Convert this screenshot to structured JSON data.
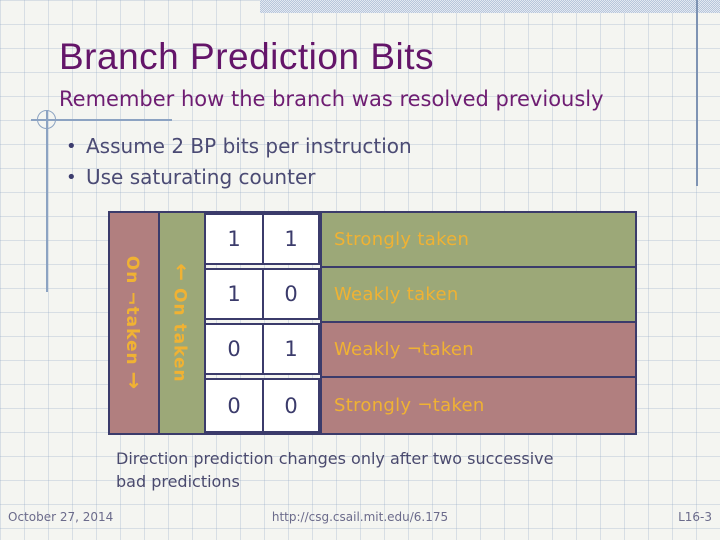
{
  "slide": {
    "title": "Branch Prediction Bits",
    "subtitle": "Remember how the branch was resolved previously",
    "bullets": [
      {
        "marker": "•",
        "text": "Assume 2 BP bits per instruction"
      },
      {
        "marker": "•",
        "text": "Use saturating counter"
      }
    ],
    "note": {
      "line1": "Direction prediction changes only after two successive",
      "line2": "bad predictions"
    },
    "footer": {
      "date": "October 27, 2014",
      "url": "http://csg.csail.mit.edu/6.175",
      "slide_code": "L16-3"
    }
  },
  "state_table": {
    "on_not_taken": {
      "label": "On ¬taken",
      "arrow_icon": "→"
    },
    "on_taken": {
      "arrow_icon": "←",
      "label": "On taken"
    },
    "rows": [
      {
        "bit_hi": "1",
        "bit_lo": "1",
        "label": "Strongly taken",
        "group": "taken"
      },
      {
        "bit_hi": "1",
        "bit_lo": "0",
        "label": "Weakly taken",
        "group": "taken"
      },
      {
        "bit_hi": "0",
        "bit_lo": "1",
        "label": "Weakly ¬taken",
        "group": "not_taken"
      },
      {
        "bit_hi": "0",
        "bit_lo": "0",
        "label": "Strongly ¬taken",
        "group": "not_taken"
      }
    ]
  },
  "colors": {
    "title_purple": "#641569",
    "body_slate": "#4b4b74",
    "table_border_navy": "#3b3b6b",
    "taken_green": "#9ca878",
    "not_taken_rose": "#b17f7f",
    "label_gold": "#f0b233",
    "decoration_blue": "#8ca3c2",
    "background": "#f4f5f1"
  }
}
